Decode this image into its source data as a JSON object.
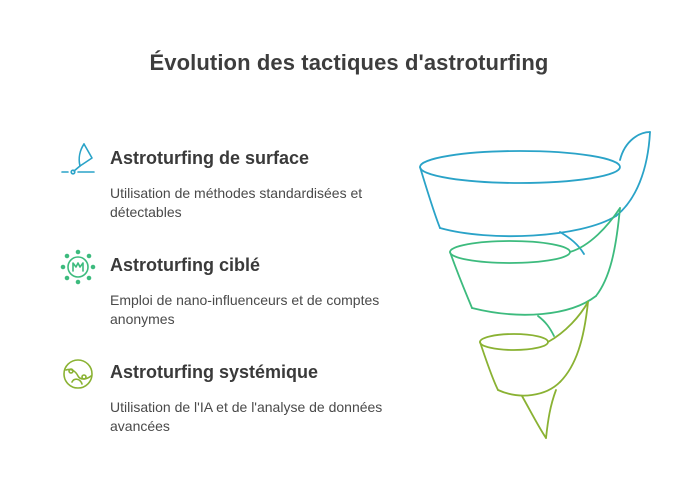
{
  "title": "Évolution des tactiques d'astroturfing",
  "items": [
    {
      "heading": "Astroturfing de surface",
      "description": "Utilisation de méthodes standardisées et détectables",
      "icon": "surface-dish-icon",
      "color": "#2aa3c8"
    },
    {
      "heading": "Astroturfing ciblé",
      "description": "Emploi de nano-influenceurs et de comptes anonymes",
      "icon": "targeted-badge-icon",
      "color": "#3dbb7e"
    },
    {
      "heading": "Astroturfing systémique",
      "description": "Utilisation de l'IA et de l'analyse de données avancées",
      "icon": "systemic-network-icon",
      "color": "#8ab233"
    }
  ],
  "colors": {
    "blue": "#2aa3c8",
    "green": "#3dbb7e",
    "lime": "#8ab233",
    "text": "#3a3a3a"
  }
}
